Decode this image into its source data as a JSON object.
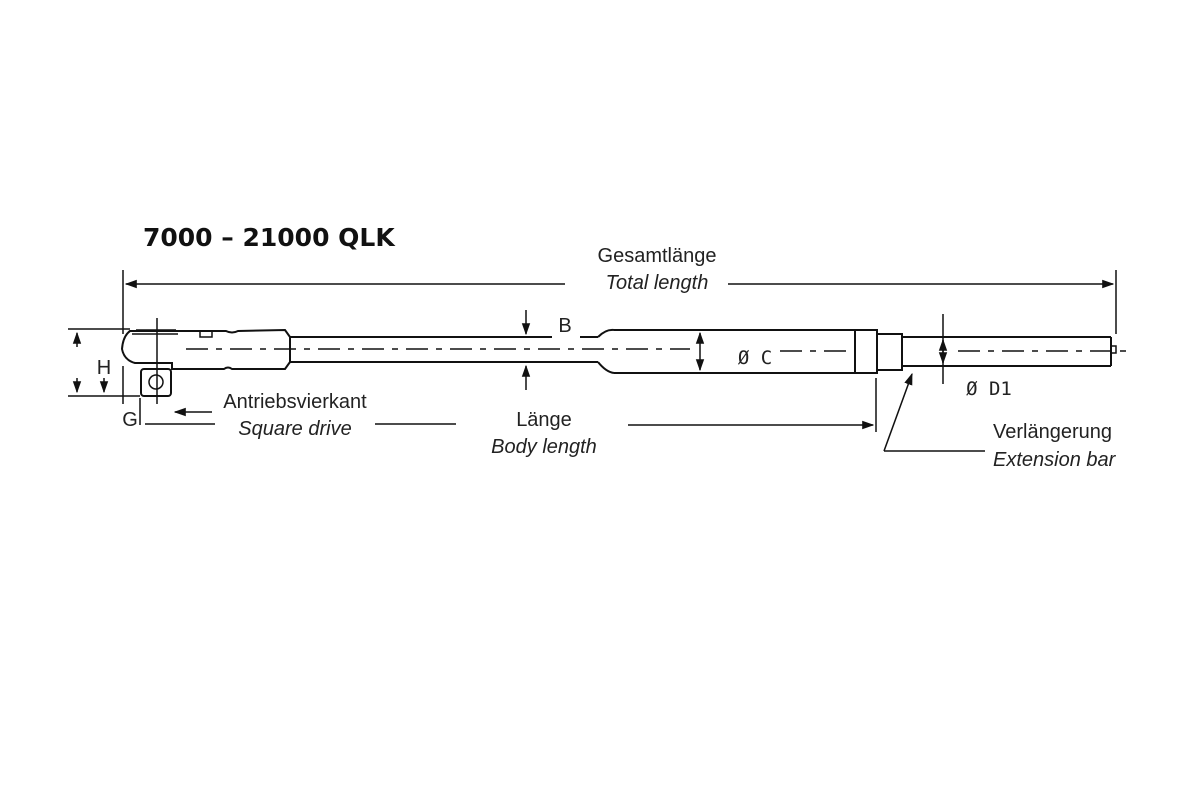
{
  "title": "7000 – 21000 QLK",
  "labels": {
    "total_length_de": "Gesamtlänge",
    "total_length_en": "Total length",
    "square_drive_de": "Antriebsvierkant",
    "square_drive_en": "Square drive",
    "body_length_de": "Länge",
    "body_length_en": "Body length",
    "extension_de": "Verlängerung",
    "extension_en": "Extension bar",
    "dim_b": "B",
    "dim_c": "Ø C",
    "dim_d1": "Ø D1",
    "dim_h": "H",
    "dim_g": "G"
  },
  "colors": {
    "line": "#111111",
    "text": "#222222",
    "background": "#ffffff"
  }
}
